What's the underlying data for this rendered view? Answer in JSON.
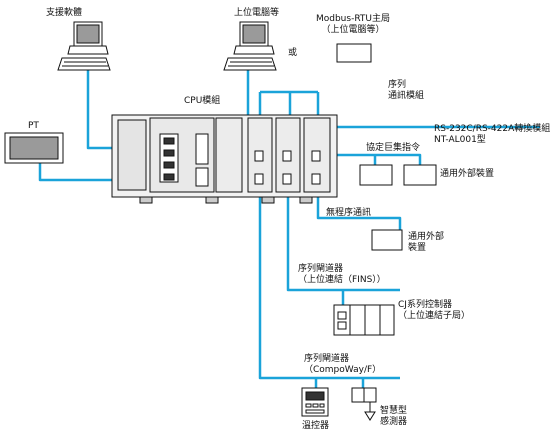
{
  "labels": {
    "support_software": "支援軟體",
    "host_pc": "上位電腦等",
    "modbus_line1": "Modbus-RTU主局",
    "modbus_line2": "（上位電腦等）",
    "or": "或",
    "pt": "PT",
    "cpu_unit": "CPU模組",
    "serial_comm_line1": "序列",
    "serial_comm_line2": "通訊模組",
    "converter_line1": "RS-232C/RS-422A轉換模組",
    "converter_line2": "NT-AL001型",
    "protocol_macro": "協定巨集指令",
    "general_device": "通用外部裝置",
    "no_protocol": "無程序通訊",
    "general_device2_line1": "通用外部",
    "general_device2_line2": "裝置",
    "gateway_fins_line1": "序列閘道器",
    "gateway_fins_line2": "（上位連結（FINS））",
    "cj_controller_line1": "CJ系列控制器",
    "cj_controller_line2": "（上位連結子局）",
    "gateway_compo_line1": "序列閘道器",
    "gateway_compo_line2": "（CompoWay/F）",
    "temp_controller": "溫控器",
    "smart_sensor_line1": "智慧型",
    "smart_sensor_line2": "感測器"
  },
  "colors": {
    "link": "#1aa3d9",
    "outline": "#111111",
    "screen": "#9a9a9a"
  }
}
